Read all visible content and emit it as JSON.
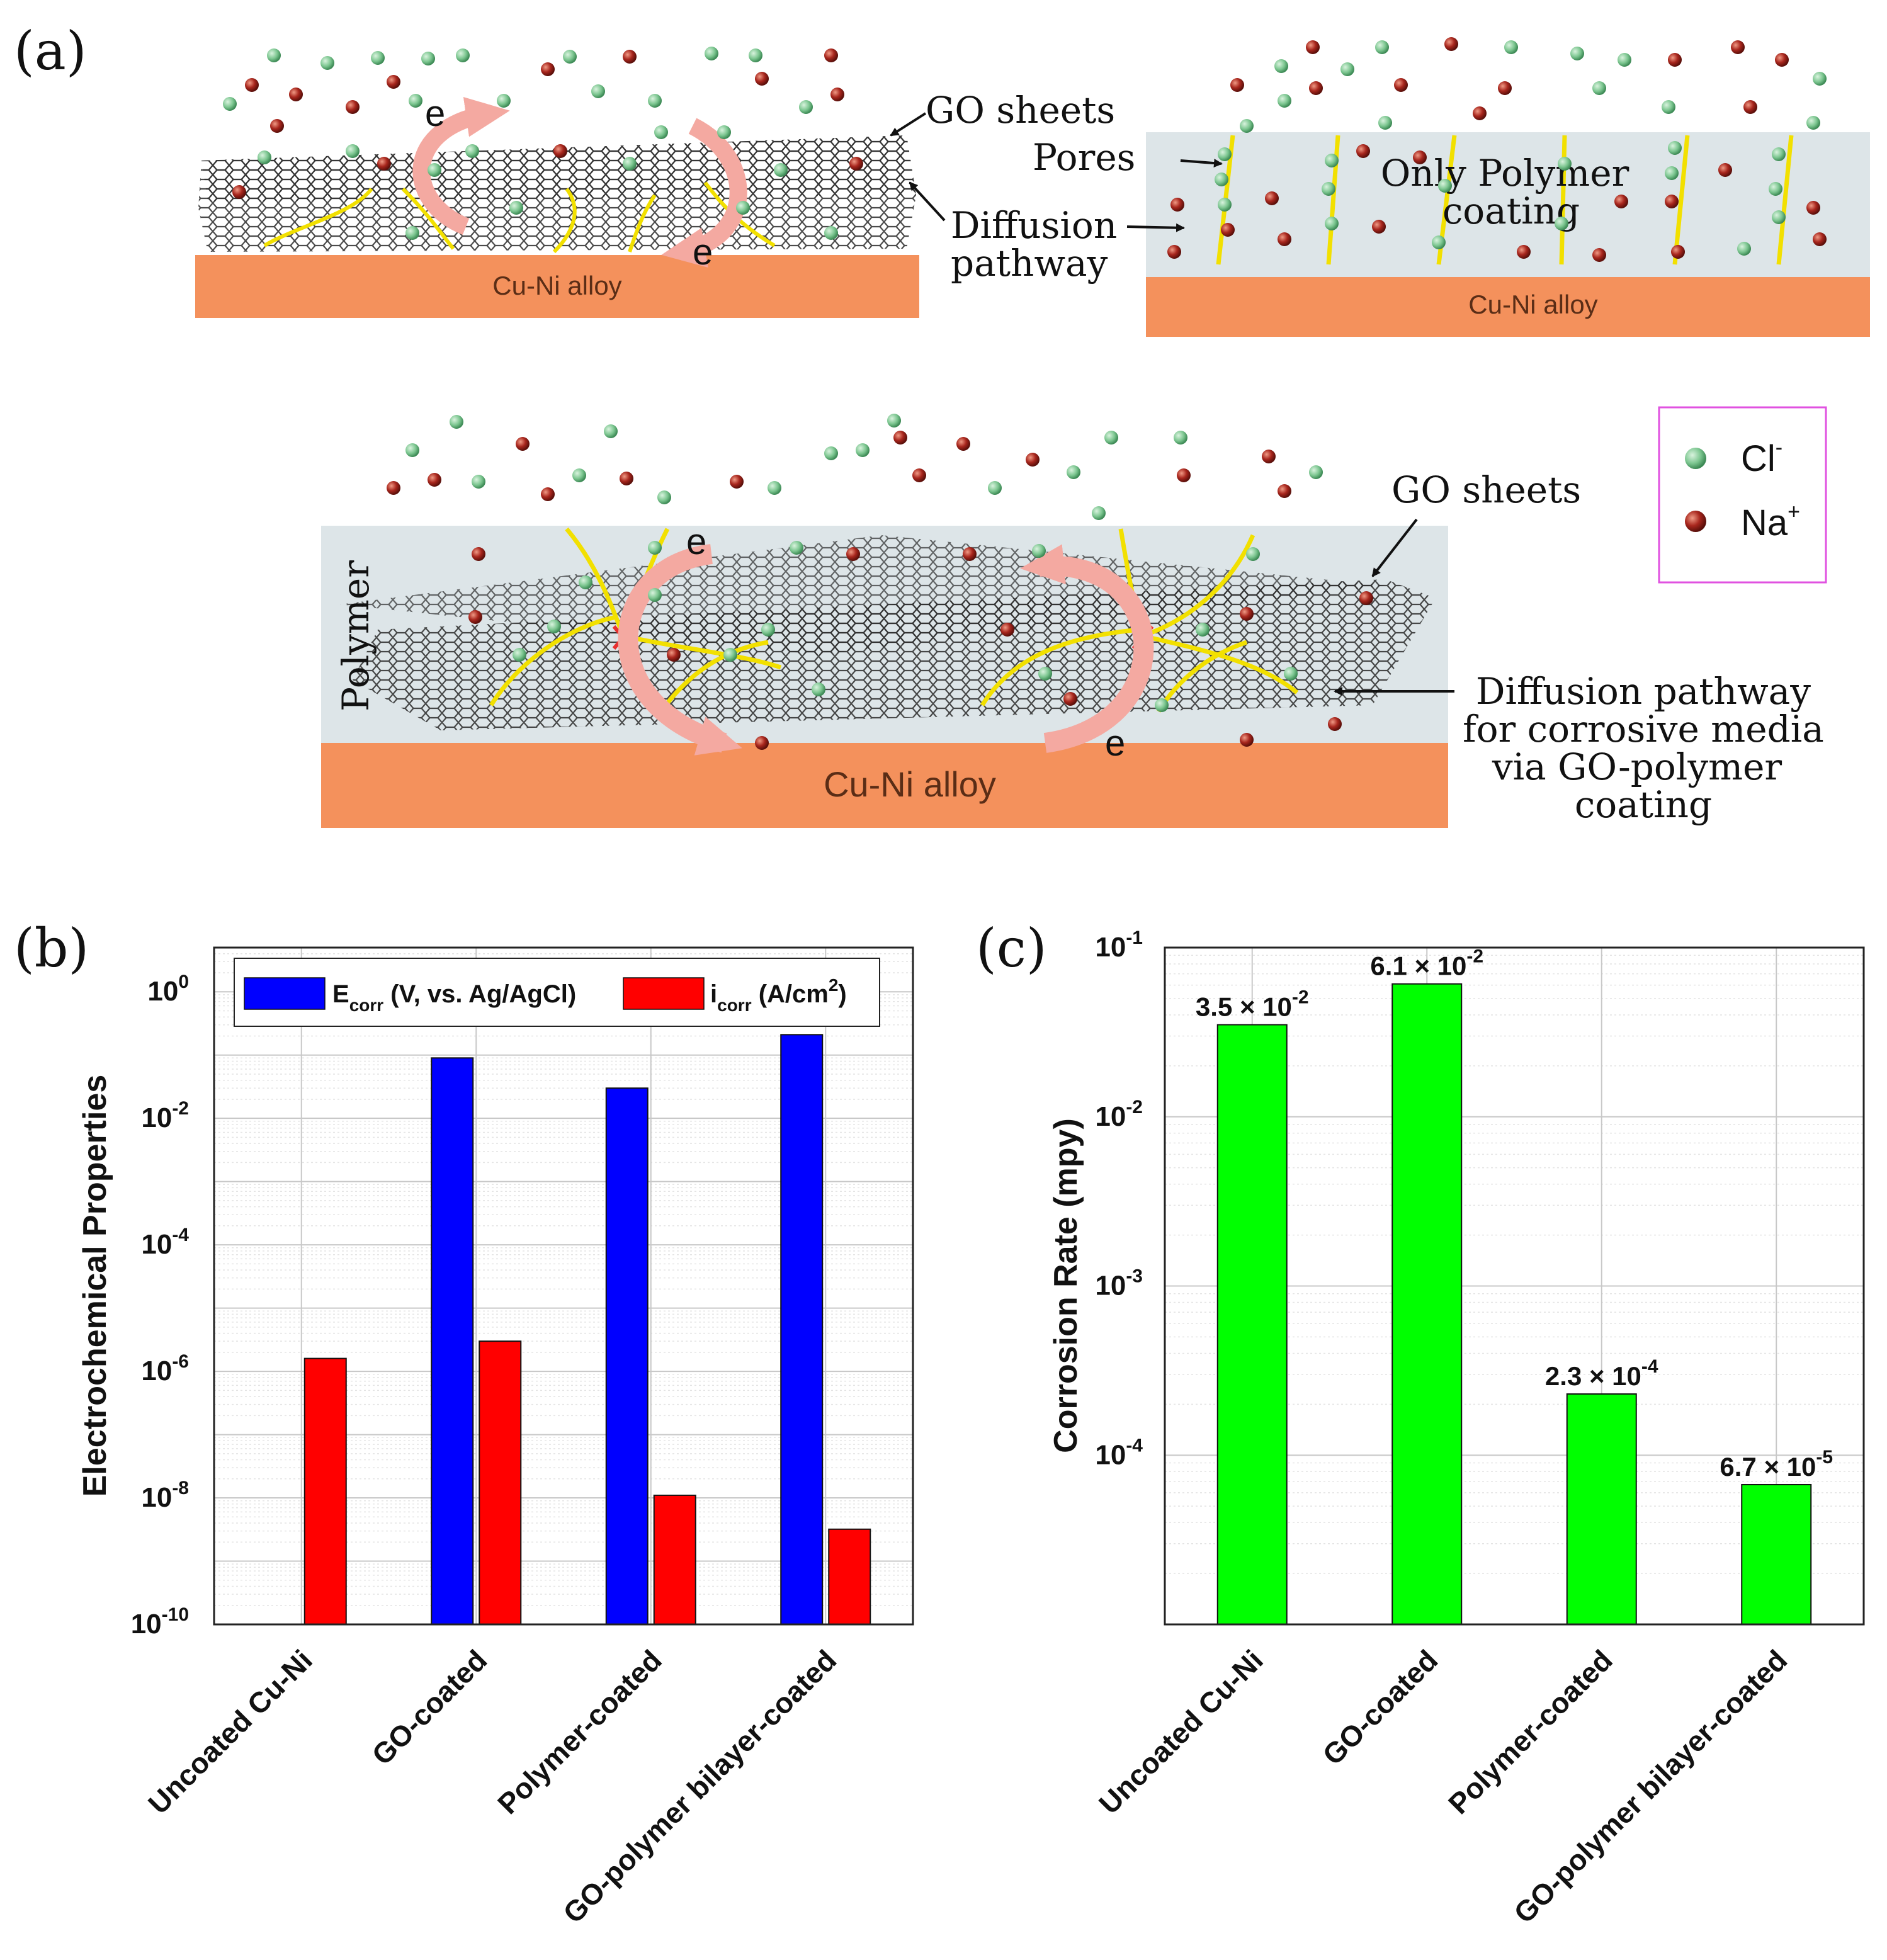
{
  "panel_a": {
    "label": "(a)",
    "top_left": {
      "substrate": "Cu-Ni alloy",
      "go_sheets": "GO sheets",
      "diffusion": [
        "Diffusion",
        "pathway"
      ],
      "electron": "e"
    },
    "top_right": {
      "pores": "Pores",
      "diffusion": "Diffusion",
      "coating": [
        "Only Polymer",
        "coating"
      ],
      "substrate": "Cu-Ni alloy"
    },
    "bottom": {
      "polymer": "Polymer",
      "go_sheets": "GO sheets",
      "substrate": "Cu-Ni alloy",
      "diffusion_desc": [
        "Diffusion pathway",
        "for corrosive media",
        "via GO-polymer",
        "coating"
      ],
      "electron": "e"
    },
    "legend": {
      "cl": "Cl",
      "cl_sup": "-",
      "na": "Na",
      "na_sup": "+",
      "cl_color": "#7cc690",
      "na_color": "#a8261d"
    }
  },
  "chart_data": [
    {
      "id": "b",
      "panel_label": "(b)",
      "type": "bar",
      "yscale": "log",
      "ylim": [
        1e-10,
        5
      ],
      "ylabel": "Electrochemical Properties",
      "yticks": [
        {
          "base": "10",
          "exp": "0"
        },
        {
          "base": "10",
          "exp": "-2"
        },
        {
          "base": "10",
          "exp": "-4"
        },
        {
          "base": "10",
          "exp": "-6"
        },
        {
          "base": "10",
          "exp": "-8"
        },
        {
          "base": "10",
          "exp": "-10"
        }
      ],
      "categories": [
        "Uncoated Cu-Ni",
        "GO-coated",
        "Polymer-coated",
        "GO-polymer bilayer-coated"
      ],
      "series": [
        {
          "name": "E",
          "name_sub": "corr",
          "name_rest": " (V, vs. Ag/AgCl)",
          "color": "#0000ff",
          "values": [
            null,
            0.09,
            0.03,
            0.21
          ]
        },
        {
          "name": "i",
          "name_sub": "corr",
          "name_rest": " (A/cm",
          "name_sup": "2",
          "name_end": ")",
          "color": "#ff0000",
          "values": [
            1.6e-06,
            3e-06,
            1.1e-08,
            3.2e-09
          ]
        }
      ],
      "grid": true,
      "legend": "top"
    },
    {
      "id": "c",
      "panel_label": "(c)",
      "type": "bar",
      "yscale": "log",
      "ylim": [
        1e-05,
        0.1
      ],
      "ylabel": "Corrosion Rate (mpy)",
      "yticks": [
        {
          "base": "10",
          "exp": "-1"
        },
        {
          "base": "10",
          "exp": "-2"
        },
        {
          "base": "10",
          "exp": "-3"
        },
        {
          "base": "10",
          "exp": "-4"
        }
      ],
      "categories": [
        "Uncoated Cu-Ni",
        "GO-coated",
        "Polymer-coated",
        "GO-polymer bilayer-coated"
      ],
      "series": [
        {
          "name": "",
          "color": "#00ff00",
          "values": [
            0.035,
            0.061,
            0.00023,
            6.7e-05
          ]
        }
      ],
      "data_labels": [
        {
          "mant": "3.5 × 10",
          "exp": "-2"
        },
        {
          "mant": "6.1 × 10",
          "exp": "-2"
        },
        {
          "mant": "2.3 × 10",
          "exp": "-4"
        },
        {
          "mant": "6.7 × 10",
          "exp": "-5"
        }
      ],
      "grid": true
    }
  ]
}
